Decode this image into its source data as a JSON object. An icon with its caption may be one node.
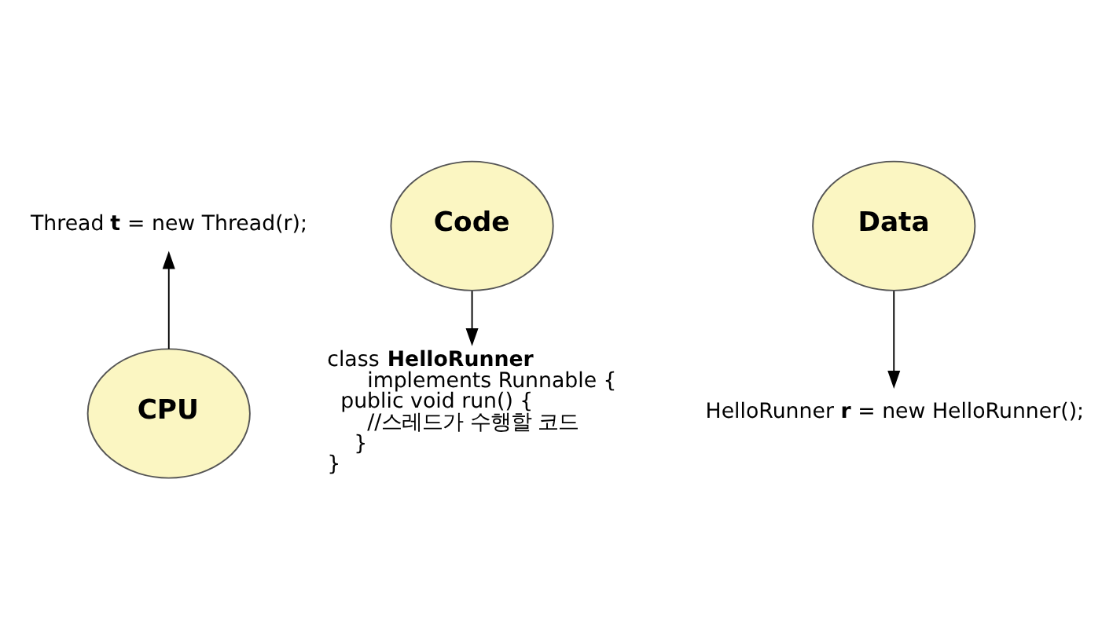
{
  "diagram": {
    "nodes": [
      {
        "text": [
          "Thread **t** = new Thread(r);"
        ]
      },
      {
        "text": [
          "CPU"
        ]
      },
      {
        "text": [
          "Code"
        ]
      },
      {
        "text": [
          "Data"
        ]
      },
      {
        "text": [
          "class **HelloRunner**",
          "implements Runnable {",
          "public void run() {",
          "//스레드가 수행할 코드",
          "}",
          "}"
        ]
      },
      {
        "text": [
          "HelloRunner **r** = new HelloRunner();"
        ]
      }
    ],
    "edges": [
      {
        "from": 1,
        "to": 0,
        "arrow": "to"
      },
      {
        "from": 2,
        "to": 4,
        "arrow": "to"
      },
      {
        "from": 3,
        "to": 5,
        "arrow": "to"
      }
    ]
  }
}
